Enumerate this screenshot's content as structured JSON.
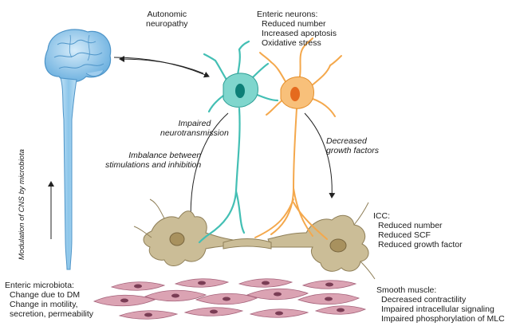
{
  "labels": {
    "autonomic": [
      "Autonomic",
      "neuropathy"
    ],
    "enteric_neurons": {
      "title": "Enteric neurons:",
      "items": [
        "Reduced number",
        "Increased apoptosis",
        "Oxidative stress"
      ]
    },
    "impaired_neurotransmission": [
      "Impaired",
      "neurotransmission"
    ],
    "imbalance": [
      "Imbalance between",
      "stimulations and inhibition"
    ],
    "decreased_growth": [
      "Decreased",
      "growth factors"
    ],
    "icc": {
      "title": "ICC:",
      "items": [
        "Reduced number",
        "Reduced SCF",
        "Reduced growth factor"
      ]
    },
    "modulation": [
      "Modulation of CNS by",
      "microbiota"
    ],
    "microbiota": {
      "title": "Enteric microbiota:",
      "items": [
        "Change due to DM",
        "Change in motility,",
        "secretion, permeability"
      ]
    },
    "smooth_muscle": {
      "title": "Smooth muscle:",
      "items": [
        "Decreased contractility",
        "Impaired intracellular signaling",
        "Impaired phosphorylation of MLC"
      ]
    }
  },
  "colors": {
    "brain": "#7fbfe8",
    "teal_neuron": "#3fbfb3",
    "orange_neuron": "#f6a94a",
    "icc_cell": "#c9bc98",
    "muscle_cell": "#d9a0b0"
  }
}
